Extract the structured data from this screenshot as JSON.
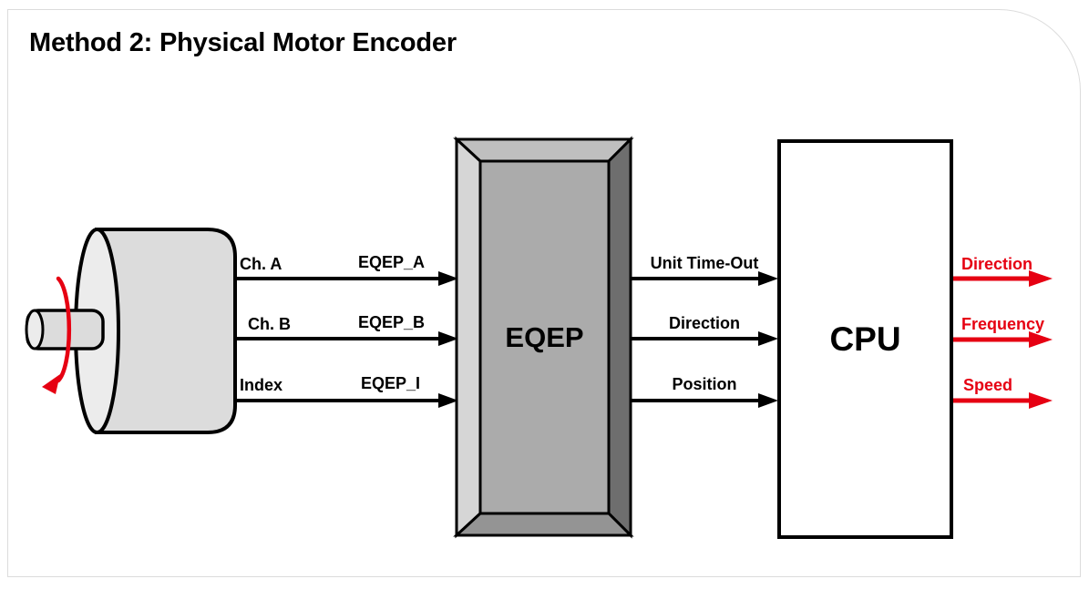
{
  "title": "Method 2: Physical Motor Encoder",
  "motor": {
    "description": "motor-with-rotating-shaft",
    "channels": [
      {
        "label": "Ch. A",
        "signal": "EQEP_A"
      },
      {
        "label": "Ch. B",
        "signal": "EQEP_B"
      },
      {
        "label": "Index",
        "signal": "EQEP_I"
      }
    ]
  },
  "eqep": {
    "label": "EQEP",
    "outputs": [
      {
        "label": "Unit Time-Out"
      },
      {
        "label": "Direction"
      },
      {
        "label": "Position"
      }
    ]
  },
  "cpu": {
    "label": "CPU",
    "outputs": [
      {
        "label": "Direction"
      },
      {
        "label": "Frequency"
      },
      {
        "label": "Speed"
      }
    ]
  },
  "colors": {
    "accent_red": "#e60012",
    "signal_arrow": "#000000",
    "motor_body": "#dcdcdc",
    "motor_face": "#ececec",
    "eqep_face": "#ababab",
    "eqep_bevel_left": "#d6d6d6",
    "eqep_bevel_top": "#bfbfbf",
    "eqep_bevel_bottom": "#949494",
    "eqep_bevel_right": "#6e6e6e",
    "card_border": "#dcdcdc"
  }
}
